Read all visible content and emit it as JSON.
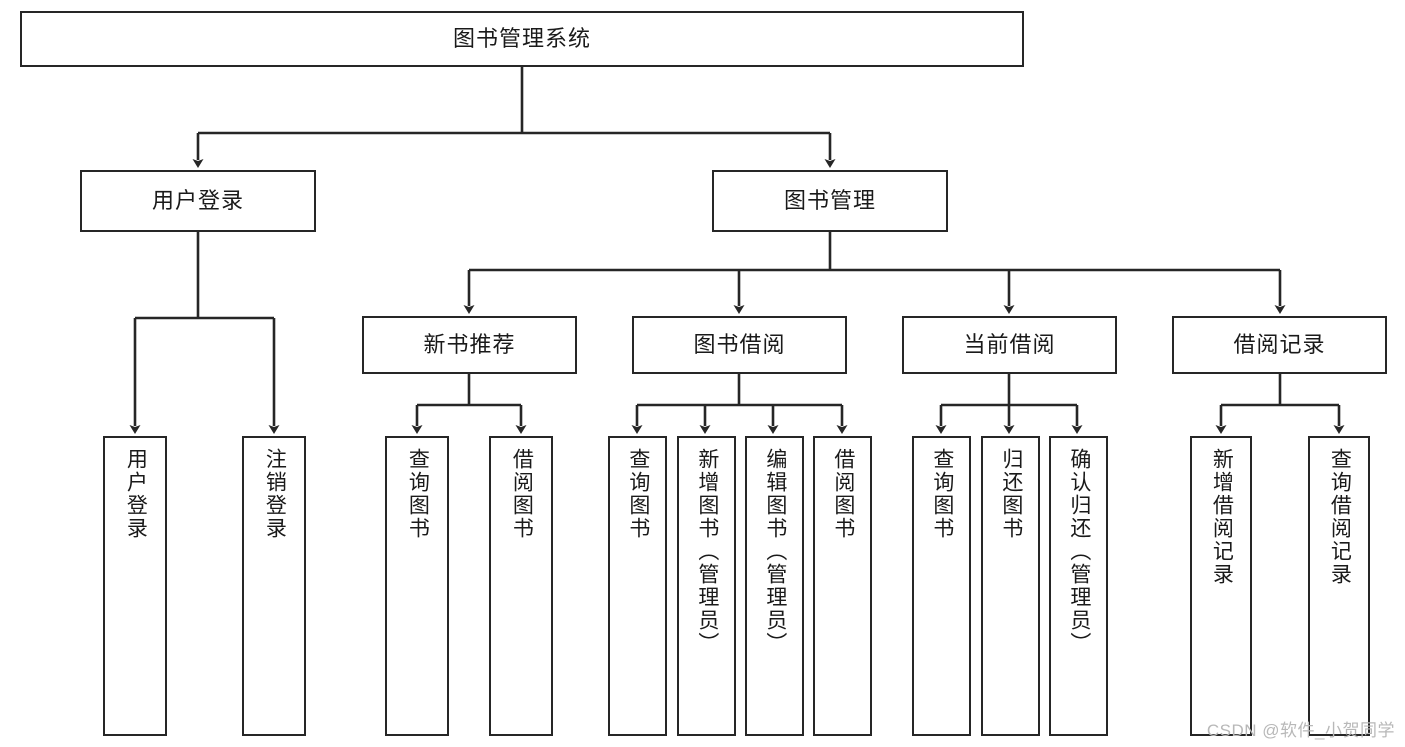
{
  "diagram": {
    "title": "图书管理系统",
    "type": "functional-structure-tree",
    "watermark": "CSDN @软件_小贺同学",
    "colors": {
      "box_border": "#262626",
      "box_fill": "#ffffff",
      "edge": "#262626",
      "text": "#1a1a1a",
      "watermark": "#b8b8b8",
      "background": "#ffffff"
    }
  },
  "nodes": {
    "root": {
      "label": "图书管理系统"
    },
    "level2": [
      {
        "id": "user-login",
        "label": "用户登录"
      },
      {
        "id": "book-manage",
        "label": "图书管理"
      }
    ],
    "level3": [
      {
        "id": "new-book-recommend",
        "label": "新书推荐"
      },
      {
        "id": "book-borrow",
        "label": "图书借阅"
      },
      {
        "id": "current-borrow",
        "label": "当前借阅"
      },
      {
        "id": "borrow-record",
        "label": "借阅记录"
      }
    ],
    "leaves": {
      "user-login": [
        {
          "id": "leaf-user-login",
          "label": "用户登录"
        },
        {
          "id": "leaf-user-logout",
          "label": "注销登录"
        }
      ],
      "new-book-recommend": [
        {
          "id": "leaf-query-book-1",
          "label": "查询图书"
        },
        {
          "id": "leaf-borrow-book-1",
          "label": "借阅图书"
        }
      ],
      "book-borrow": [
        {
          "id": "leaf-query-book-2",
          "label": "查询图书"
        },
        {
          "id": "leaf-add-book",
          "label": "新增图书（管理员）"
        },
        {
          "id": "leaf-edit-book",
          "label": "编辑图书（管理员）"
        },
        {
          "id": "leaf-borrow-book-2",
          "label": "借阅图书"
        }
      ],
      "current-borrow": [
        {
          "id": "leaf-query-book-3",
          "label": "查询图书"
        },
        {
          "id": "leaf-return-book",
          "label": "归还图书"
        },
        {
          "id": "leaf-confirm-return",
          "label": "确认归还（管理员）"
        }
      ],
      "borrow-record": [
        {
          "id": "leaf-add-record",
          "label": "新增借阅记录"
        },
        {
          "id": "leaf-query-record",
          "label": "查询借阅记录"
        }
      ]
    }
  }
}
